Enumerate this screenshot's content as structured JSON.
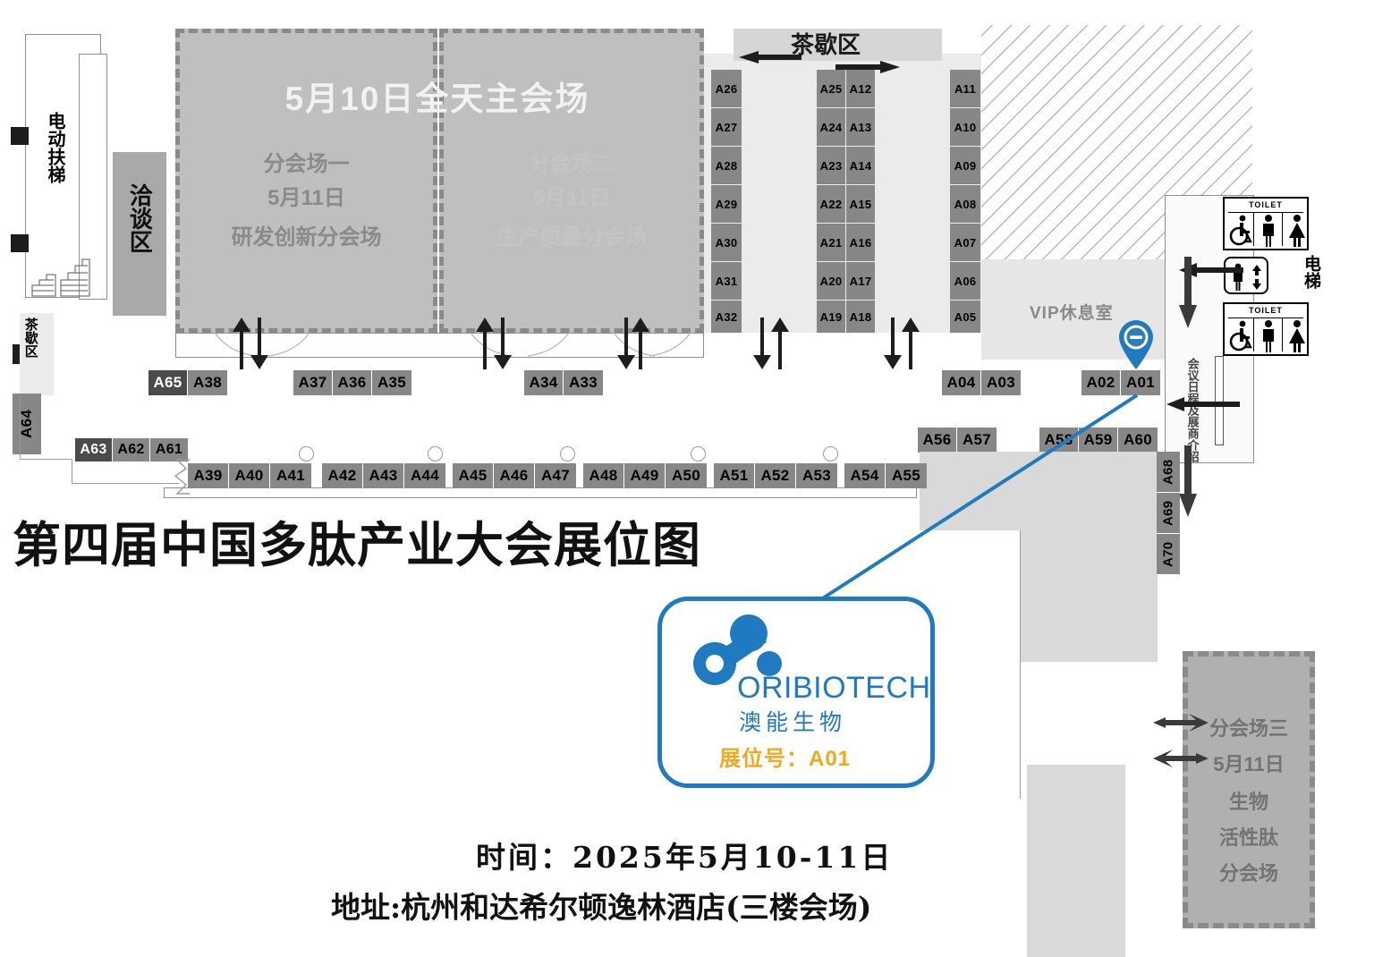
{
  "title": "第四届中国多肽产业大会展位图",
  "footer": {
    "time": "时间：2025年5月10-11日",
    "address": "地址:杭州和达希尔顿逸林酒店(三楼会场)"
  },
  "halls": {
    "main": "5月10日全天主会场",
    "hall1": {
      "line1": "分会场一",
      "line2": "5月11日",
      "line3": "研发创新分会场"
    },
    "hall2": {
      "line1": "分会场二",
      "line2": "5月11日",
      "line3": "生产质量分会场"
    },
    "hall3": {
      "line1": "分会场三",
      "line2": "5月11日",
      "line3": "生物",
      "line4": "活性肽",
      "line5": "分会场"
    }
  },
  "areas": {
    "escalator": "电动扶梯",
    "negotiation": "洽谈区",
    "tea_left": "茶歇区",
    "tea_top": "茶歇区",
    "vip": "VIP休息室",
    "elevator": "电梯",
    "agenda": "会议日程及展商介绍",
    "toilet": "TOILET"
  },
  "callout": {
    "brand": "ORIBIOTECH",
    "brand_cn": "澳能生物",
    "booth_label": "展位号：",
    "booth_number": "A01"
  },
  "colors": {
    "booth": "#878787",
    "booth_highlight": "#4b4b4b",
    "brand_blue": "#1f7ac0",
    "brand_yellow": "#f0a81c",
    "hall_fill": "#bfbfbf",
    "hall_border": "#8a8a8a"
  },
  "booths": {
    "col_left": [
      "A26",
      "A27",
      "A28",
      "A29",
      "A30",
      "A31",
      "A32"
    ],
    "col_mid_left": [
      "A25",
      "A24",
      "A23",
      "A22",
      "A21",
      "A20",
      "A19"
    ],
    "col_mid_right": [
      "A12",
      "A13",
      "A14",
      "A15",
      "A16",
      "A17",
      "A18"
    ],
    "col_right": [
      "A11",
      "A10",
      "A09",
      "A08",
      "A07",
      "A06",
      "A05"
    ],
    "row_upper_g1": [
      "A65",
      "A38"
    ],
    "row_upper_g2": [
      "A37",
      "A36",
      "A35"
    ],
    "row_upper_g3": [
      "A34",
      "A33"
    ],
    "row_upper_g4": [
      "A04",
      "A03"
    ],
    "row_upper_g5": [
      "A02",
      "A01"
    ],
    "row_mid_g1": [
      "A63",
      "A62",
      "A61"
    ],
    "row_mid_g2": [
      "A56",
      "A57"
    ],
    "row_mid_g3": [
      "A58",
      "A59",
      "A60"
    ],
    "row_low_g1": [
      "A39",
      "A40",
      "A41"
    ],
    "row_low_g2": [
      "A42",
      "A43",
      "A44"
    ],
    "row_low_g3": [
      "A45",
      "A46",
      "A47"
    ],
    "row_low_g4": [
      "A48",
      "A49",
      "A50"
    ],
    "row_low_g5": [
      "A51",
      "A52",
      "A53"
    ],
    "row_low_g6": [
      "A54",
      "A55"
    ],
    "col_far_right": [
      "A68",
      "A69",
      "A70"
    ],
    "single_a64": "A64"
  }
}
